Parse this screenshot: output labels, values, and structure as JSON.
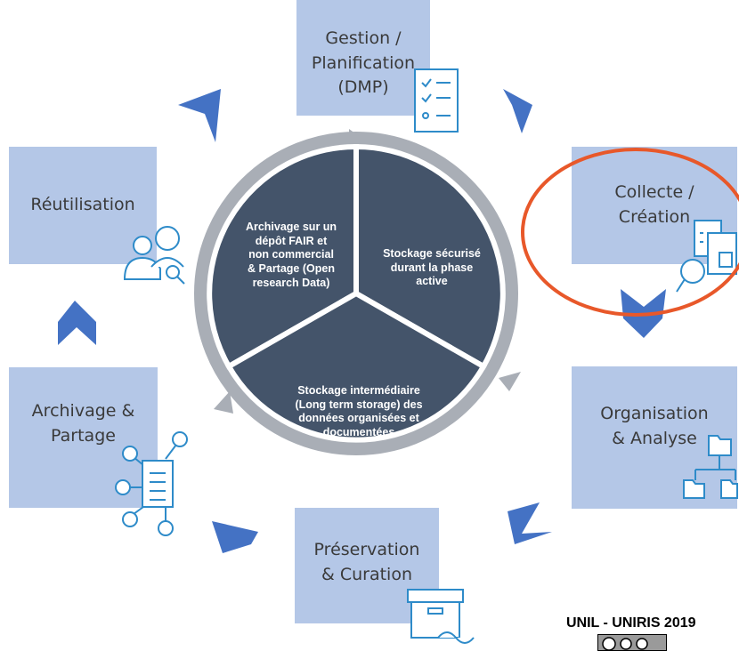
{
  "steps": {
    "gestion": "Gestion /\nPlanification\n(DMP)",
    "collecte": "Collecte /\nCréation",
    "organisation": "Organisation\n& Analyse",
    "preservation": "Préservation\n& Curation",
    "archivage": "Archivage &\nPartage",
    "reutilisation": "Réutilisation"
  },
  "center": {
    "left": "Archivage sur un\ndépôt FAIR et\nnon commercial\n& Partage (Open\nresearch Data)",
    "right": "Stockage sécurisé\ndurant la phase\nactive",
    "bottom": "Stockage intermédiaire\n(Long term storage) des\ndonnées organisées et\ndocumentées"
  },
  "credit": "UNIL - UNIRIS 2019",
  "colors": {
    "box": "#b4c7e7",
    "segment": "#44546a",
    "ring": "#a9aeb6",
    "arrow": "#4472c4",
    "icon": "#2e8bc9",
    "highlight": "#e8582a"
  }
}
